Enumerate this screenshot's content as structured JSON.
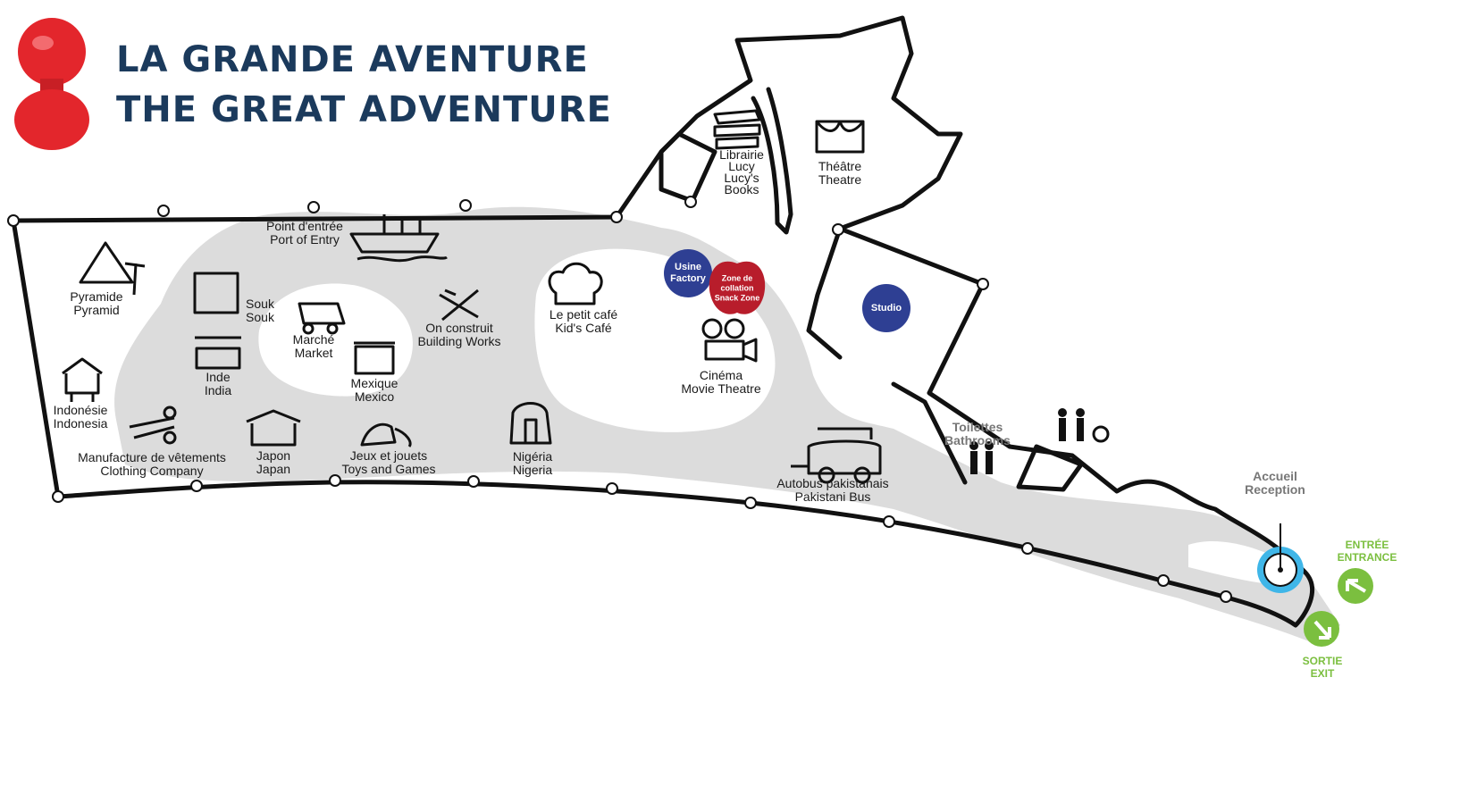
{
  "header": {
    "title_fr": "LA GRANDE AVENTURE",
    "title_en": "THE GREAT ADVENTURE",
    "logo_icon": "red-stamp-icon"
  },
  "colors": {
    "path_grey": "#dcdcdc",
    "outline": "#111111",
    "title_navy": "#1b3a5c",
    "stamp_red": "#e3262c",
    "circle_blue": "#2e3f93",
    "apple_red": "#b81d2b",
    "green": "#7bbf3f",
    "reception_cyan": "#3fb6e8"
  },
  "places": {
    "pyramid": {
      "fr": "Pyramide",
      "en": "Pyramid",
      "icon": "pyramid-palm-icon"
    },
    "indonesia": {
      "fr": "Indonésie",
      "en": "Indonesia",
      "icon": "stilt-house-icon"
    },
    "clothing": {
      "fr": "Manufacture de vêtements",
      "en": "Clothing Company",
      "icon": "scissors-icon"
    },
    "souk": {
      "fr": "Souk",
      "en": "Souk",
      "icon": "arch-building-icon"
    },
    "india": {
      "fr": "Inde",
      "en": "India",
      "icon": "indian-house-icon"
    },
    "market": {
      "fr": "Marché",
      "en": "Market",
      "icon": "market-cart-icon"
    },
    "mexico": {
      "fr": "Mexique",
      "en": "Mexico",
      "icon": "mexican-house-icon"
    },
    "japan": {
      "fr": "Japon",
      "en": "Japan",
      "icon": "japanese-house-icon"
    },
    "toys": {
      "fr": "Jeux et jouets",
      "en": "Toys and Games",
      "icon": "toy-icon"
    },
    "port": {
      "fr": "Point d'entrée",
      "en": "Port of Entry",
      "icon": "ship-icon"
    },
    "building": {
      "fr": "On construit",
      "en": "Building Works",
      "icon": "tools-icon"
    },
    "nigeria": {
      "fr": "Nigéria",
      "en": "Nigeria",
      "icon": "nigerian-hut-icon"
    },
    "cafe": {
      "fr": "Le petit café",
      "en": "Kid's Café",
      "icon": "chef-hat-icon"
    },
    "cinema": {
      "fr": "Cinéma",
      "en": "Movie Theatre",
      "icon": "film-projector-icon"
    },
    "bus": {
      "fr": "Autobus pakistanais",
      "en": "Pakistani Bus",
      "icon": "bus-icon"
    },
    "bookstore": {
      "fr": "Librairie",
      "fr2": "Lucy",
      "en": "Lucy's",
      "en2": "Books",
      "icon": "books-icon"
    },
    "theatre": {
      "fr": "Théâtre",
      "en": "Theatre",
      "icon": "theatre-stage-icon"
    },
    "bathrooms": {
      "fr": "Toilettes",
      "en": "Bathrooms",
      "icon": "restroom-icon",
      "icon2": "accessible-restroom-icon"
    },
    "reception": {
      "fr": "Accueil",
      "en": "Reception",
      "icon": "reception-target-icon"
    }
  },
  "badges": {
    "factory": {
      "fr": "Usine",
      "en": "Factory"
    },
    "snack": {
      "fr": "Zone de",
      "fr2": "collation",
      "en": "Snack Zone",
      "icon": "apple-icon"
    },
    "studio": {
      "label": "Studio"
    }
  },
  "exits": {
    "entrance": {
      "fr": "ENTRÉE",
      "en": "ENTRANCE",
      "icon": "entrance-arrow-icon"
    },
    "exit": {
      "fr": "SORTIE",
      "en": "EXIT",
      "icon": "exit-arrow-icon"
    }
  }
}
